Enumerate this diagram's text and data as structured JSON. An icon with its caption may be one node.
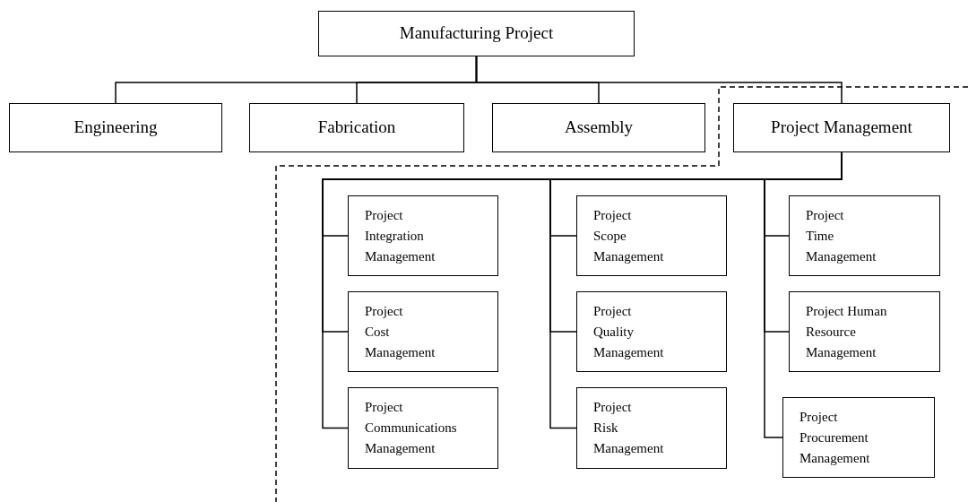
{
  "diagram": {
    "nodes": [
      {
        "text": [
          "Manufacturing Project"
        ]
      },
      {
        "text": [
          "Engineering"
        ]
      },
      {
        "text": [
          "Fabrication"
        ]
      },
      {
        "text": [
          "Assembly"
        ]
      },
      {
        "text": [
          "Project Management"
        ]
      },
      {
        "text": [
          "Project Integration Management"
        ]
      },
      {
        "text": [
          "Project Cost Management"
        ]
      },
      {
        "text": [
          "Project Communications Management"
        ]
      },
      {
        "text": [
          "Project Scope Management"
        ]
      },
      {
        "text": [
          "Project Quality Management"
        ]
      },
      {
        "text": [
          "Project Risk Management"
        ]
      },
      {
        "text": [
          "Project Time Management"
        ]
      },
      {
        "text": [
          "Project Human Resource Management"
        ]
      },
      {
        "text": [
          "Project Procurement Management"
        ]
      }
    ],
    "edges": [
      {
        "from": 0,
        "to": 1,
        "arrow": "none"
      },
      {
        "from": 0,
        "to": 2,
        "arrow": "none"
      },
      {
        "from": 0,
        "to": 3,
        "arrow": "none"
      },
      {
        "from": 0,
        "to": 4,
        "arrow": "none"
      },
      {
        "from": 4,
        "to": 5,
        "arrow": "none"
      },
      {
        "from": 4,
        "to": 6,
        "arrow": "none"
      },
      {
        "from": 4,
        "to": 7,
        "arrow": "none"
      },
      {
        "from": 4,
        "to": 8,
        "arrow": "none"
      },
      {
        "from": 4,
        "to": 9,
        "arrow": "none"
      },
      {
        "from": 4,
        "to": 10,
        "arrow": "none"
      },
      {
        "from": 4,
        "to": 11,
        "arrow": "none"
      },
      {
        "from": 4,
        "to": 12,
        "arrow": "none"
      },
      {
        "from": 4,
        "to": 13,
        "arrow": "none"
      }
    ]
  }
}
